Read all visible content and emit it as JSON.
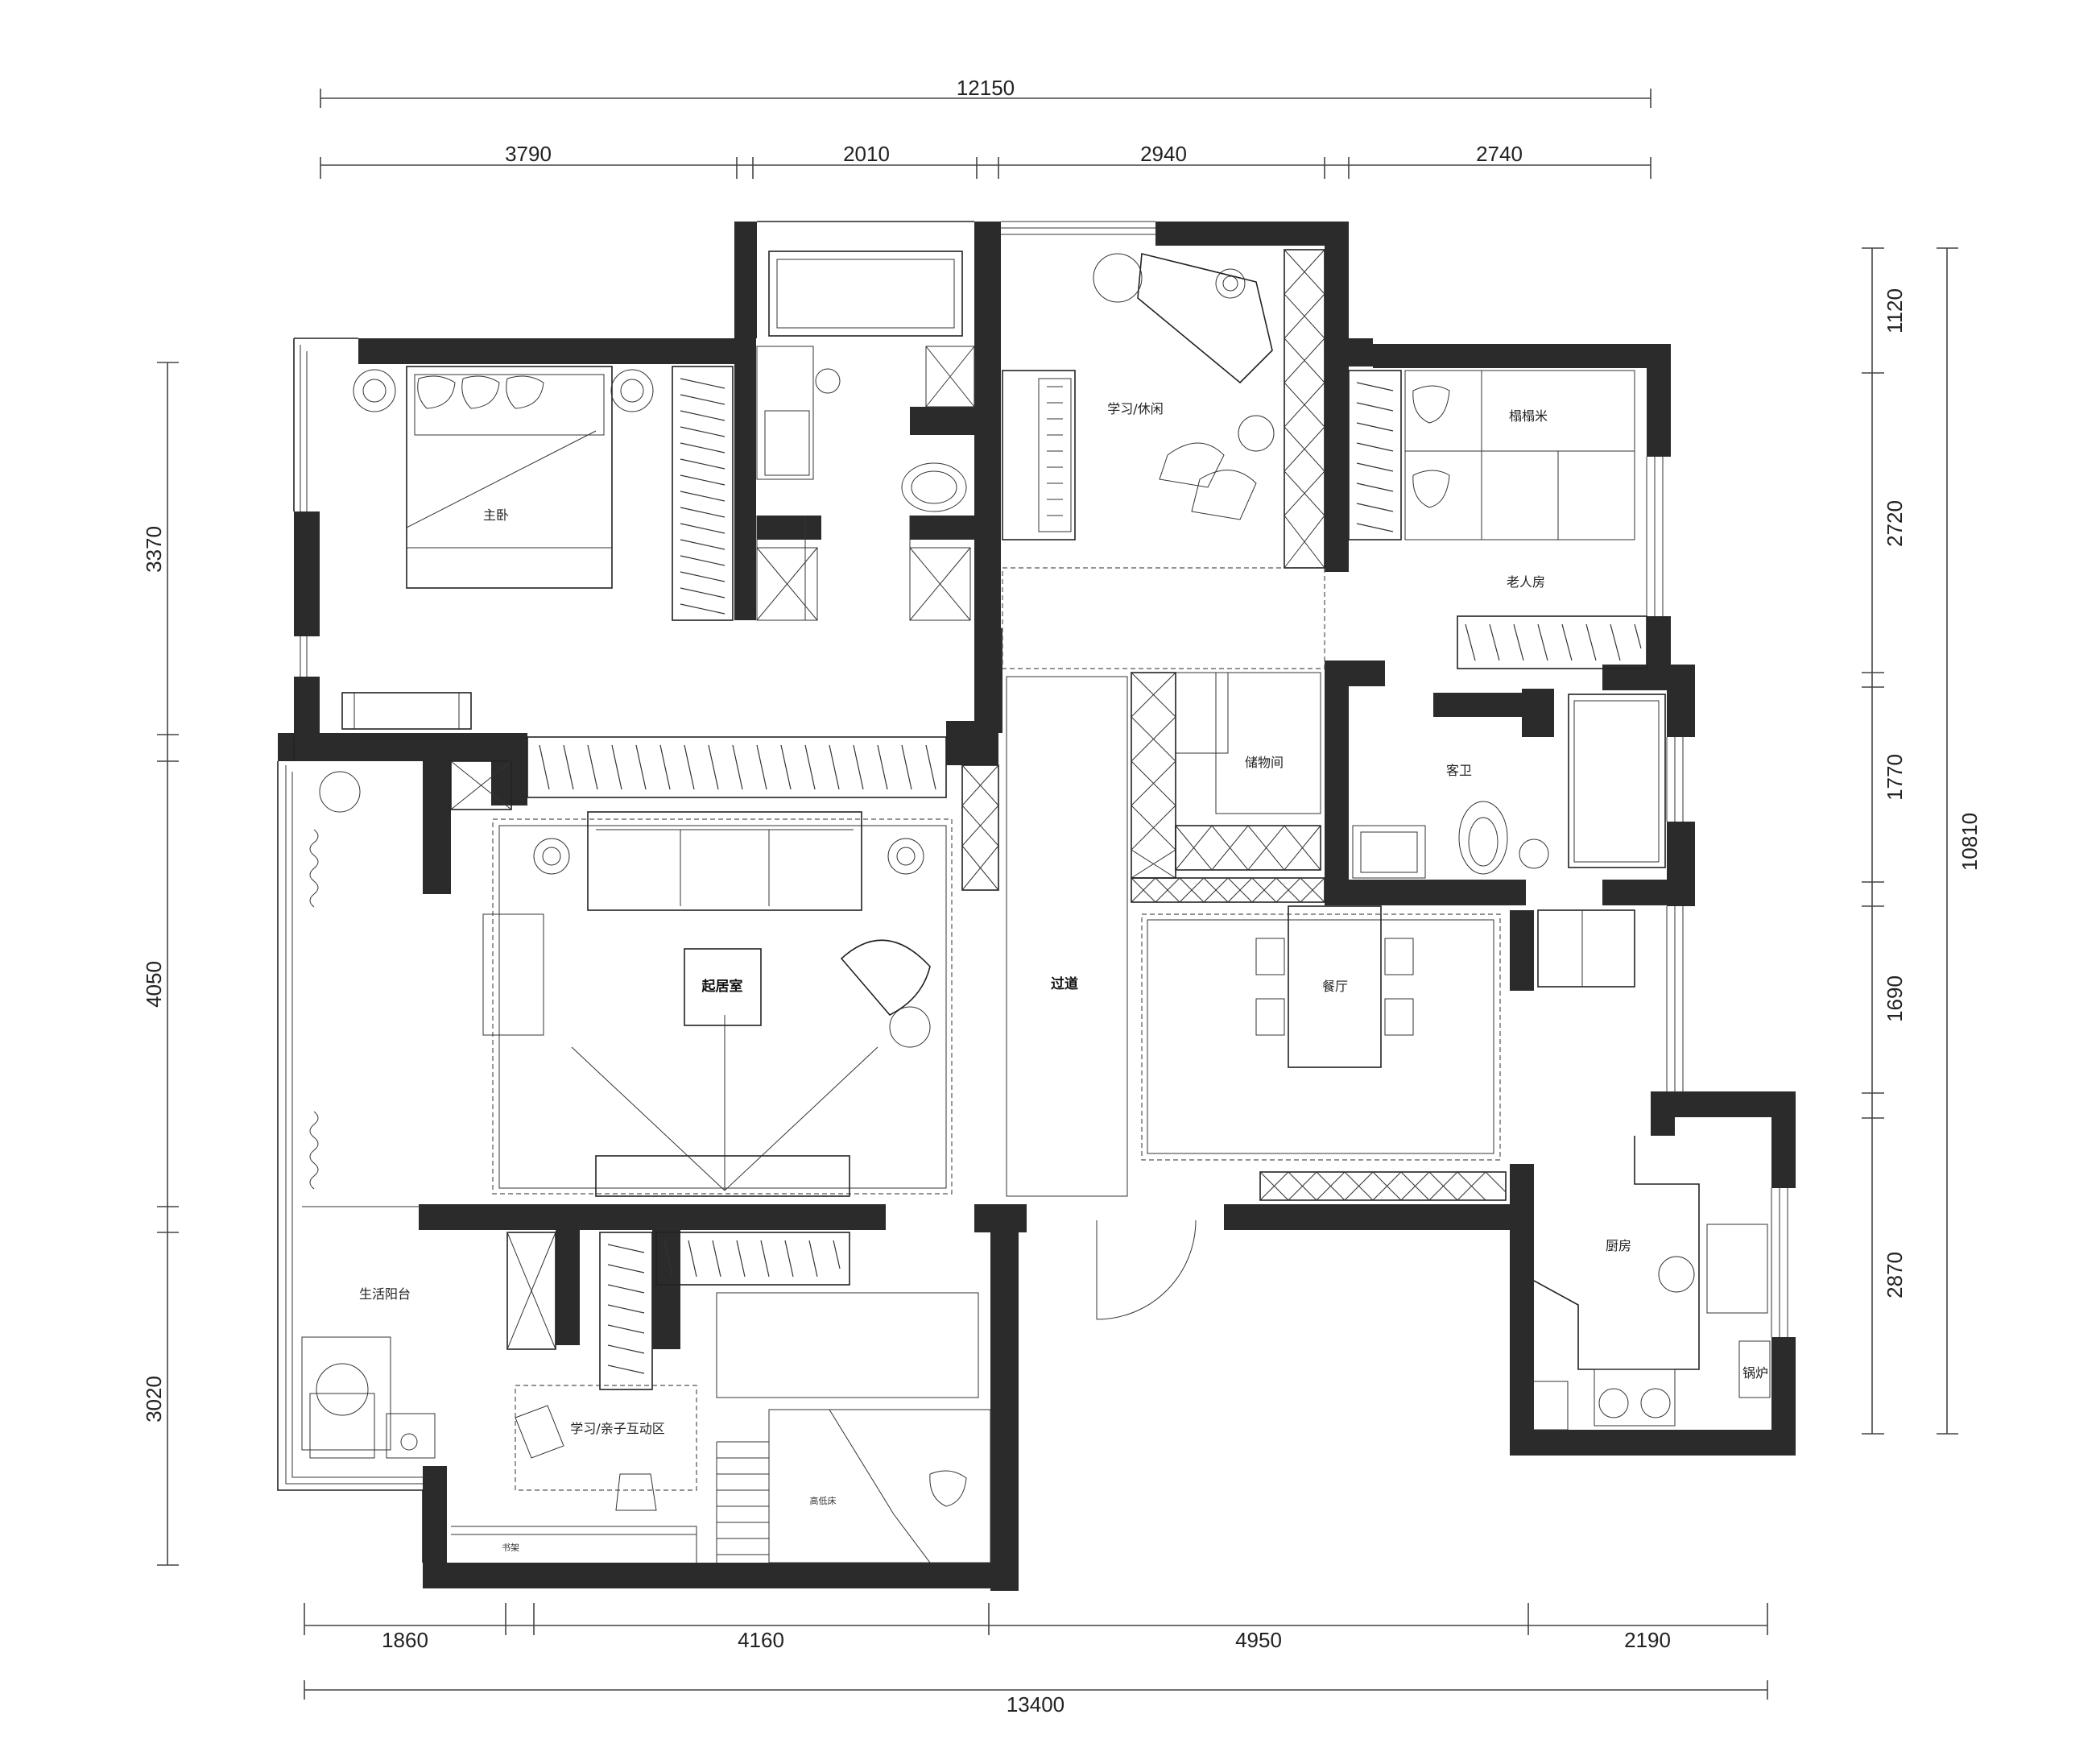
{
  "dimensions": {
    "top_total": "12150",
    "top": [
      "3790",
      "2010",
      "2940",
      "2740"
    ],
    "bottom": [
      "1860",
      "4160",
      "4950",
      "2190"
    ],
    "bottom_total": "13400",
    "left": [
      "3370",
      "4050",
      "3020"
    ],
    "right": [
      "1120",
      "2720",
      "1770",
      "1690",
      "2870"
    ],
    "right_total": "10810"
  },
  "rooms": {
    "master_bedroom": "主卧",
    "study_leisure": "学习/休闲",
    "tatami": "榻榻米",
    "elder_room": "老人房",
    "storage": "储物间",
    "guest_bath": "客卫",
    "living_room": "起居室",
    "corridor": "过道",
    "dining": "餐厅",
    "kitchen": "厨房",
    "utility_balcony": "生活阳台",
    "study_kids": "学习/亲子互动区",
    "loft_bed": "高低床",
    "bookshelf": "书架",
    "boiler": "锅炉"
  }
}
